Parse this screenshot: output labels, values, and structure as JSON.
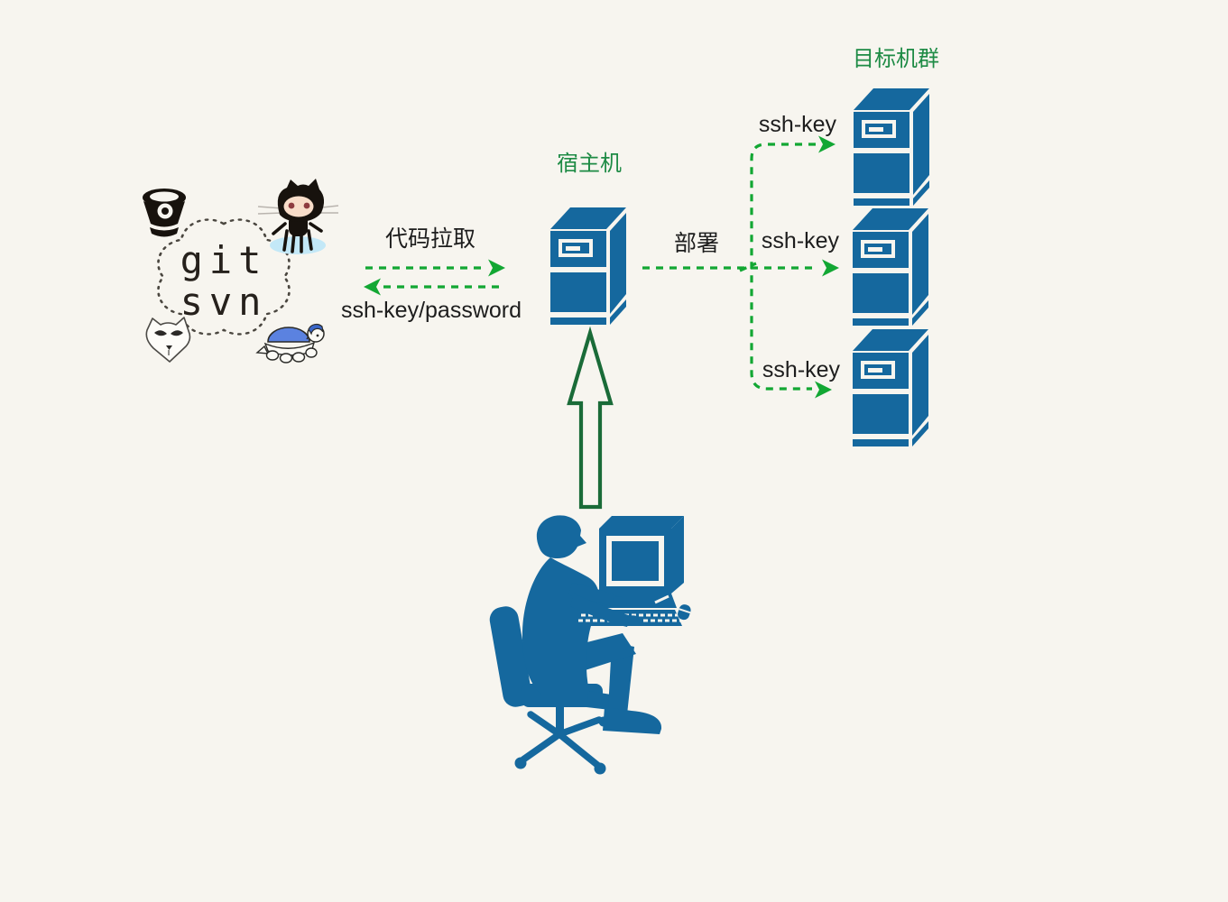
{
  "diagram": {
    "background_color": "#f7f5ef",
    "cloud": {
      "line1": "git",
      "line2": "svn"
    },
    "labels": {
      "code_pull": "代码拉取",
      "auth_return": "ssh-key/password",
      "host": "宿主机",
      "deploy": "部署",
      "target_group": "目标机群",
      "ssh_key_top": "ssh-key",
      "ssh_key_middle": "ssh-key",
      "ssh_key_bottom": "ssh-key"
    },
    "icons": [
      "bitbucket-icon",
      "github-octocat-icon",
      "gitlab-fox-icon",
      "tortoisesvn-turtle-icon",
      "host-server-icon",
      "target-server-icon",
      "up-arrow-icon",
      "person-at-computer-icon"
    ],
    "colors": {
      "server_blue": "#15689e",
      "label_green": "#1e8b45",
      "arrow_green": "#12a733",
      "big_arrow_green": "#1a6b38",
      "text_black": "#1d1d1d",
      "turtle_shell_blue": "#5b82e0",
      "octocat_face": "#f8ddc9",
      "puddle_blue": "#c3e8f7"
    }
  }
}
